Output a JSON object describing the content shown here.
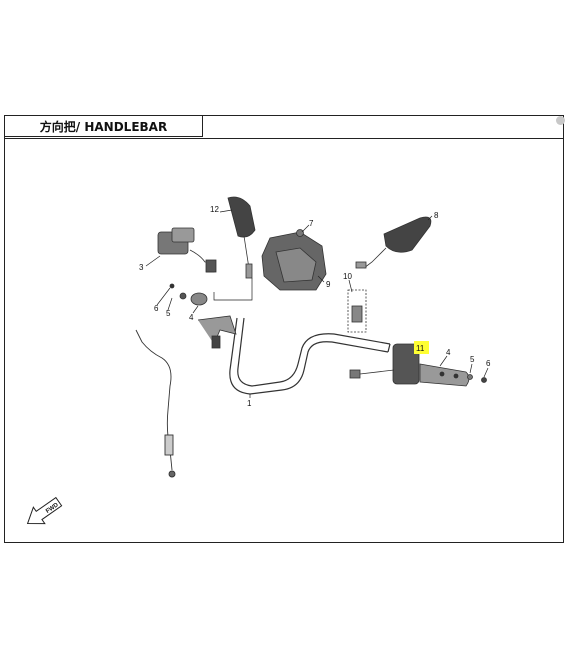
{
  "title": "方向把/ HANDLEBAR",
  "highlight_color": "#ffff33",
  "parts": [
    {
      "id": "p1",
      "number": "1"
    },
    {
      "id": "p3",
      "number": "3"
    },
    {
      "id": "p4",
      "number": "4"
    },
    {
      "id": "p4b",
      "number": "4"
    },
    {
      "id": "p5",
      "number": "5"
    },
    {
      "id": "p5b",
      "number": "5"
    },
    {
      "id": "p6",
      "number": "6"
    },
    {
      "id": "p6b",
      "number": "6"
    },
    {
      "id": "p7",
      "number": "7"
    },
    {
      "id": "p8",
      "number": "8"
    },
    {
      "id": "p9",
      "number": "9"
    },
    {
      "id": "p10",
      "number": "10"
    },
    {
      "id": "p11",
      "number": "11",
      "highlighted": true
    },
    {
      "id": "p12",
      "number": "12"
    }
  ],
  "direction_arrow": {
    "label": "FWD"
  }
}
